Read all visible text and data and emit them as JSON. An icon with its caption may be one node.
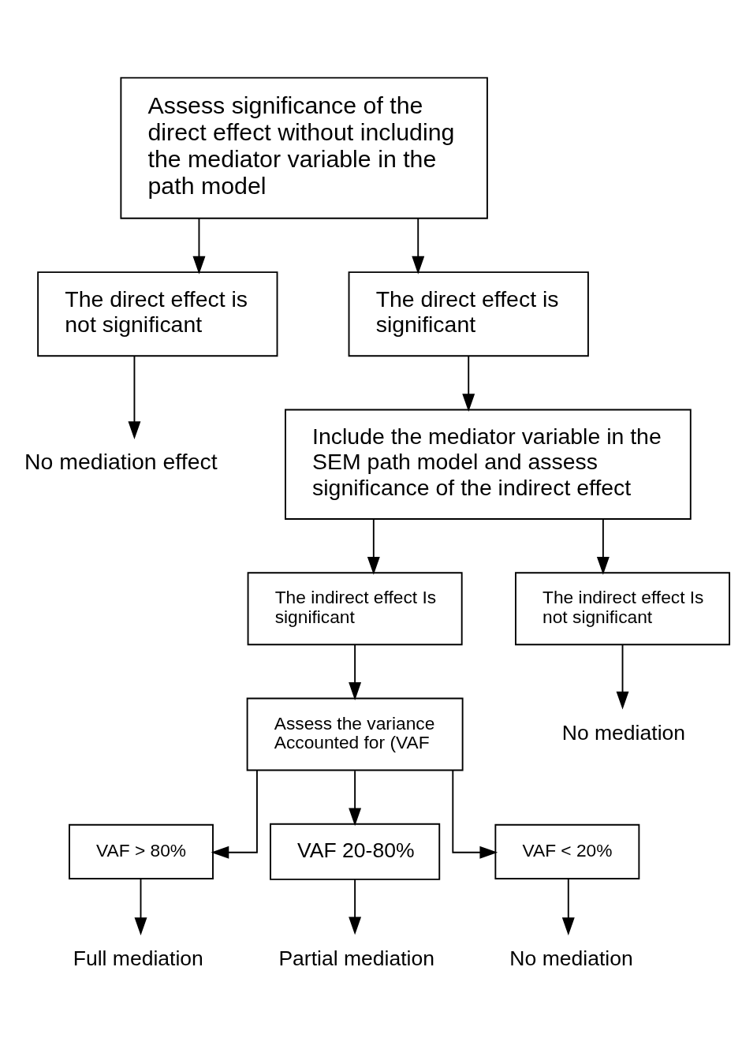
{
  "diagram": {
    "nodes": [
      {
        "text": [
          "Assess significance of the direct effect without including the mediator variable in the path model"
        ]
      },
      {
        "text": [
          "The direct effect is not significant"
        ]
      },
      {
        "text": [
          "The direct effect is significant"
        ]
      },
      {
        "text": [
          "No mediation effect"
        ]
      },
      {
        "text": [
          "Include the mediator variable in the SEM path model and assess significance of the indirect effect"
        ]
      },
      {
        "text": [
          "The indirect effect Is significant"
        ]
      },
      {
        "text": [
          "The indirect effect Is not significant"
        ]
      },
      {
        "text": [
          "No mediation"
        ]
      },
      {
        "text": [
          "Assess the variance Accounted for (VAF"
        ]
      },
      {
        "text": [
          "VAF > 80%"
        ]
      },
      {
        "text": [
          "VAF 20-80%"
        ]
      },
      {
        "text": [
          "VAF < 20%"
        ]
      },
      {
        "text": [
          "Full mediation"
        ]
      },
      {
        "text": [
          "Partial mediation"
        ]
      },
      {
        "text": [
          "No mediation"
        ]
      }
    ],
    "edges": [
      {
        "from": 0,
        "to": 1,
        "arrow": "to"
      },
      {
        "from": 0,
        "to": 2,
        "arrow": "to"
      },
      {
        "from": 1,
        "to": 3,
        "arrow": "to"
      },
      {
        "from": 2,
        "to": 4,
        "arrow": "to"
      },
      {
        "from": 4,
        "to": 5,
        "arrow": "to"
      },
      {
        "from": 4,
        "to": 6,
        "arrow": "to"
      },
      {
        "from": 6,
        "to": 7,
        "arrow": "to"
      },
      {
        "from": 5,
        "to": 8,
        "arrow": "to"
      },
      {
        "from": 8,
        "to": 9,
        "arrow": "to"
      },
      {
        "from": 8,
        "to": 10,
        "arrow": "to"
      },
      {
        "from": 8,
        "to": 11,
        "arrow": "to"
      },
      {
        "from": 9,
        "to": 12,
        "arrow": "to"
      },
      {
        "from": 10,
        "to": 13,
        "arrow": "to"
      },
      {
        "from": 11,
        "to": 14,
        "arrow": "to"
      }
    ]
  }
}
